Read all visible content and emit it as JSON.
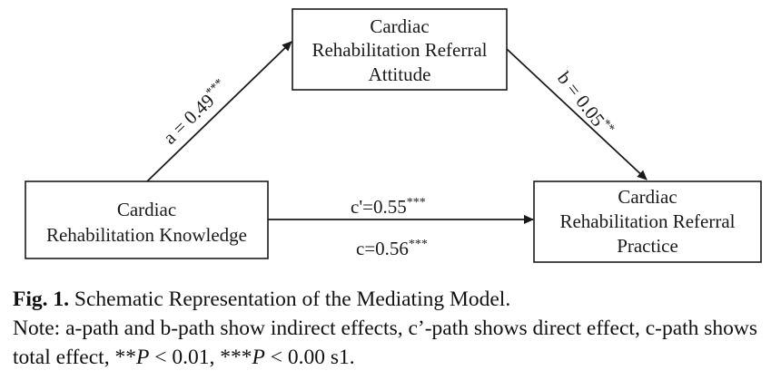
{
  "boxes": {
    "knowledge": {
      "lines": [
        "Cardiac",
        "Rehabilitation Knowledge"
      ]
    },
    "attitude": {
      "lines": [
        "Cardiac",
        "Rehabilitation Referral",
        "Attitude"
      ]
    },
    "practice": {
      "lines": [
        "Cardiac",
        "Rehabilitation Referral",
        "Practice"
      ]
    }
  },
  "paths": {
    "a": {
      "label": "a = 0.49",
      "stars": "***"
    },
    "b": {
      "label": "b = 0.05",
      "stars": "**"
    },
    "c_prime": {
      "label": "c'=0.55",
      "stars": "***"
    },
    "c": {
      "label": "c=0.56",
      "stars": "***"
    }
  },
  "caption": {
    "fig_label": "Fig. 1.",
    "title": "Schematic Representation of the Mediating Model.",
    "note_prefix": "Note: a-path and b-path show indirect effects, c’-path shows direct effect, c-path shows total effect, **",
    "p_symbol": "P",
    "p1_value": " < 0.01, ***",
    "p2_value": " < 0.00 s1."
  }
}
